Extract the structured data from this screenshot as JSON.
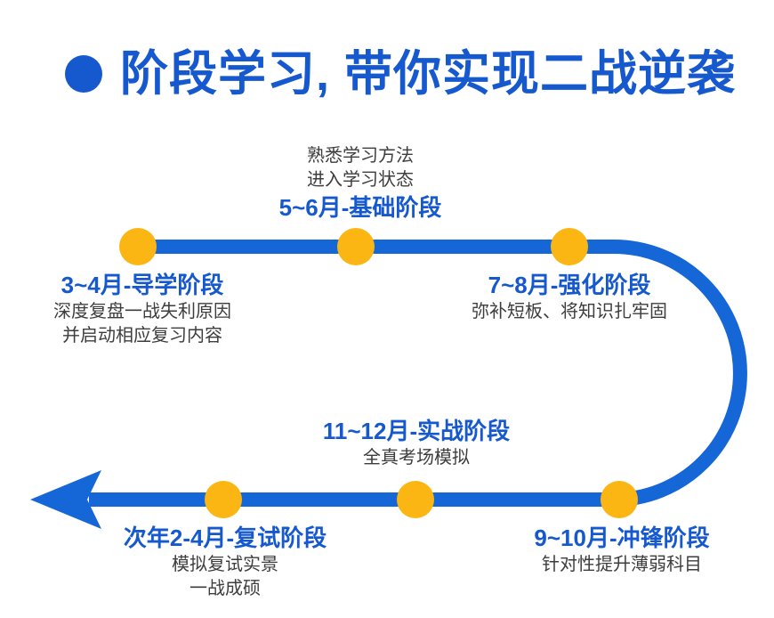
{
  "title": {
    "text": "阶段学习, 带你实现二战逆袭"
  },
  "colors": {
    "accent_blue": "#1659CE",
    "line_blue": "#1566D6",
    "node_yellow": "#FBB614",
    "desc_gray": "#3D3D3D",
    "background": "#FFFFFF"
  },
  "icons": {
    "title_bullet": "filled-circle",
    "timeline_end": "left-arrow"
  },
  "stages": [
    {
      "title": "3~4月-导学阶段",
      "lines": [
        "深度复盘一战失利原因",
        "并启动相应复习内容"
      ]
    },
    {
      "title": "5~6月-基础阶段",
      "lines": [
        "熟悉学习方法",
        "进入学习状态"
      ]
    },
    {
      "title": "7~8月-强化阶段",
      "lines": [
        "弥补短板、将知识扎牢固"
      ]
    },
    {
      "title": "9~10月-冲锋阶段",
      "lines": [
        "针对性提升薄弱科目"
      ]
    },
    {
      "title": "11~12月-实战阶段",
      "lines": [
        "全真考场模拟"
      ]
    },
    {
      "title": "次年2-4月-复试阶段",
      "lines": [
        "模拟复试实景",
        "一战成硕"
      ]
    }
  ]
}
